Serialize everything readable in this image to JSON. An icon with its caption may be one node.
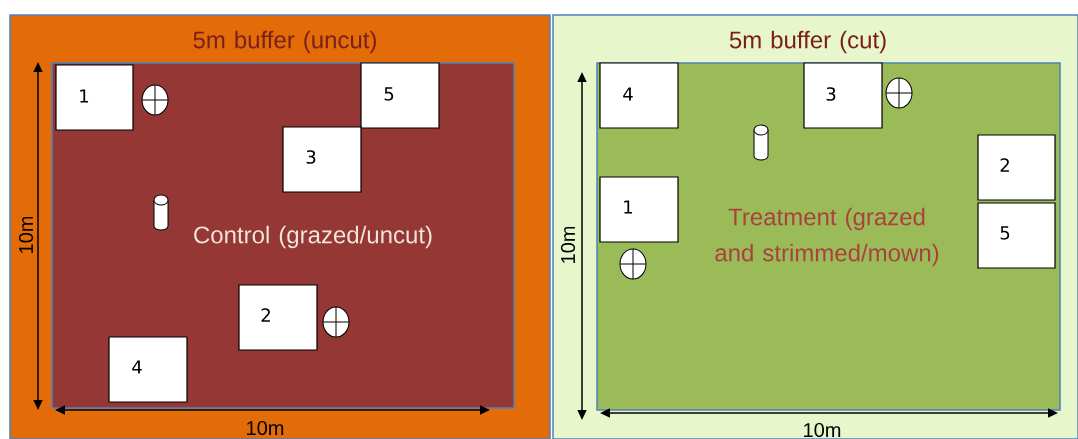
{
  "diagram": {
    "nodes": [
      {
        "text": [
          "5m buffer (uncut)"
        ]
      },
      {
        "text": [
          "Control (grazed/uncut)"
        ],
        "in": 0
      },
      {
        "text": [
          "1"
        ],
        "in": 1
      },
      {
        "text": [
          "5"
        ],
        "in": 1
      },
      {
        "text": [
          "3"
        ],
        "in": 1
      },
      {
        "text": [
          "2"
        ],
        "in": 1
      },
      {
        "text": [
          "4"
        ],
        "in": 1
      },
      {
        "text": [
          "5m buffer (cut)"
        ]
      },
      {
        "text": [
          "Treatment (grazed and strimmed/mown)"
        ],
        "in": 7
      },
      {
        "text": [
          "4"
        ],
        "in": 8
      },
      {
        "text": [
          "3"
        ],
        "in": 8
      },
      {
        "text": [
          "2"
        ],
        "in": 8
      },
      {
        "text": [
          "1"
        ],
        "in": 8
      },
      {
        "text": [
          "5"
        ],
        "in": 8
      }
    ],
    "labels": [
      "10m",
      "10m",
      "10m",
      "10m"
    ]
  }
}
